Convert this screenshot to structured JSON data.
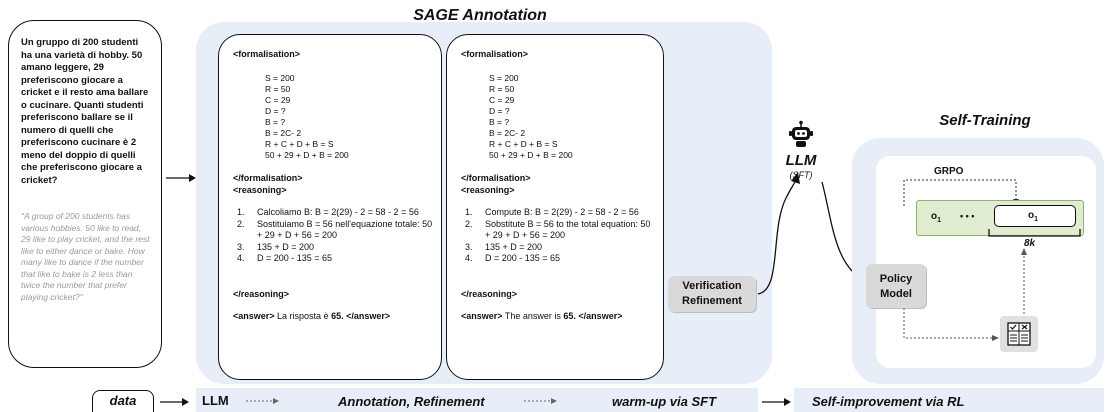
{
  "question": {
    "italian": "Un gruppo di 200 studenti ha una varietà di hobby. 50 amano leggere, 29 preferiscono giocare a cricket e il resto ama ballare o cucinare. Quanti studenti preferiscono ballare se il numero di quelli che preferiscono cucinare è 2 meno del doppio di quelli che preferiscono giocare a cricket?",
    "english": "\"A group of 200 students has various hobbies. 50 like to read, 29 like to play cricket, and the rest like to either dance or bake. How many like to dance if the number that like to bake is 2 less than twice the number that prefer playing cricket?\""
  },
  "sage": {
    "title": "SAGE Annotation",
    "left": {
      "formalisation_open": "<formalisation>",
      "formalisation_lines": [
        "S = 200",
        "R = 50",
        "C = 29",
        "D = ?",
        "B = ?",
        "B = 2C- 2",
        "R + C + D + B = S",
        "50 + 29 + D + B = 200"
      ],
      "formalisation_close": "</formalisation>",
      "reasoning_open": "<reasoning>",
      "steps": [
        {
          "n": "1.",
          "text": "Calcoliamo B: B = 2(29) - 2 = 58 - 2 = 56"
        },
        {
          "n": "2.",
          "text": "Sostituiamo  B = 56 nell'equazione totale: 50 + 29 + D + 56 = 200"
        },
        {
          "n": "3.",
          "text": " 135 + D = 200"
        },
        {
          "n": "4.",
          "text": " D = 200 - 135 = 65"
        }
      ],
      "reasoning_close": "</reasoning>",
      "answer_open": "<answer>",
      "answer_text": " La risposta è ",
      "answer_value": "65",
      "answer_close": ". </answer>"
    },
    "right": {
      "formalisation_open": "<formalisation>",
      "formalisation_lines": [
        "S = 200",
        "R = 50",
        "C = 29",
        "D = ?",
        "B = ?",
        "B = 2C- 2",
        "R + C + D + B = S",
        "50 + 29 + D + B = 200"
      ],
      "formalisation_close": "</formalisation>",
      "reasoning_open": "<reasoning>",
      "steps": [
        {
          "n": "1.",
          "text": "Compute B: B = 2(29) - 2 = 58 - 2 = 56"
        },
        {
          "n": "2.",
          "text": "Sobstitute  B = 56 to the total equation: 50 + 29 + D + 56 = 200"
        },
        {
          "n": "3.",
          "text": " 135 + D = 200"
        },
        {
          "n": "4.",
          "text": " D = 200 - 135 = 65"
        }
      ],
      "reasoning_close": "</reasoning>",
      "answer_open": "<answer>",
      "answer_text": " The answer is ",
      "answer_value": "65",
      "answer_close": ". </answer>"
    },
    "verification_label": "Verification Refinement"
  },
  "llm": {
    "label": "LLM",
    "sublabel": "(SFT)"
  },
  "self_training": {
    "title": "Self-Training",
    "grpo_label": "GRPO",
    "o_left": "o",
    "o_left_sub": "1",
    "dots": "• • •",
    "o_right": "o",
    "o_right_sub": "1",
    "k_label": "8k",
    "policy_label": "Policy Model"
  },
  "pipeline": {
    "data": "data",
    "llm": "LLM",
    "annotation": "Annotation, Refinement",
    "warmup": "warm-up via SFT",
    "self_improvement": "Self-improvement via RL"
  },
  "colors": {
    "panel_bg": "#e8eef7",
    "green": "#dfeccf",
    "grey": "#d9d9d9"
  }
}
